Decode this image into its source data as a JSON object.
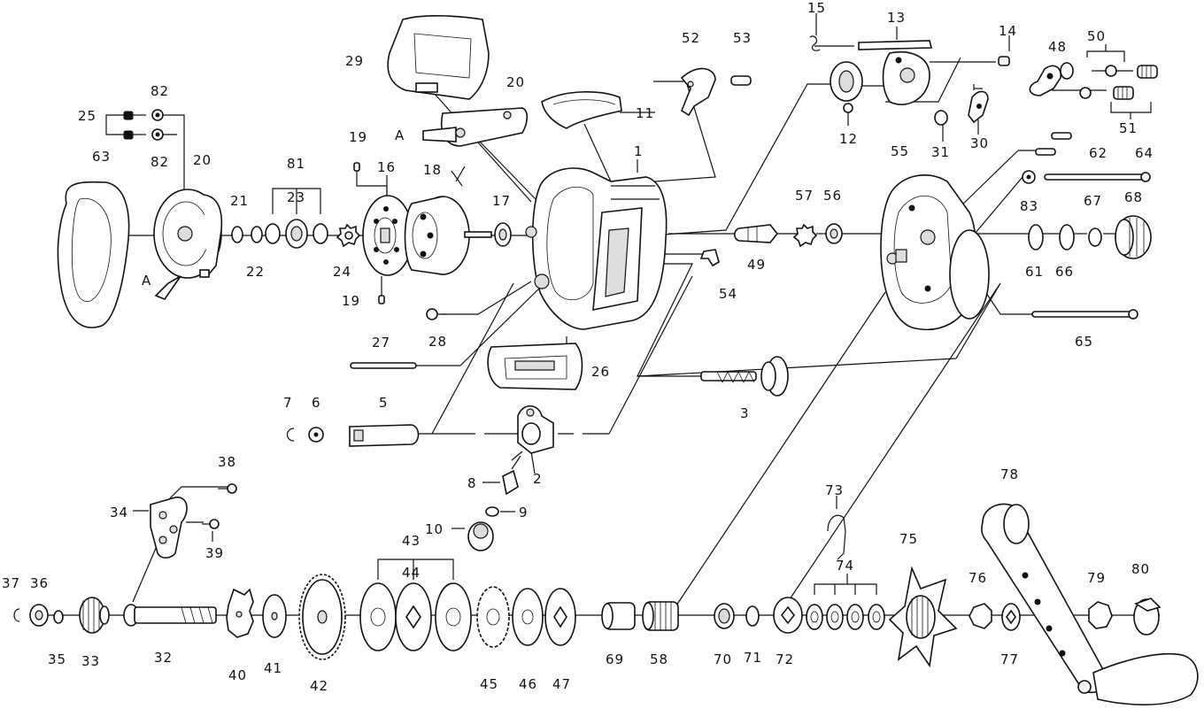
{
  "diagram": {
    "labels": [
      {
        "key": "p1",
        "text": "1"
      },
      {
        "key": "p2",
        "text": "2"
      },
      {
        "key": "p3",
        "text": "3"
      },
      {
        "key": "p5",
        "text": "5"
      },
      {
        "key": "p6",
        "text": "6"
      },
      {
        "key": "p7",
        "text": "7"
      },
      {
        "key": "p8",
        "text": "8"
      },
      {
        "key": "p9",
        "text": "9"
      },
      {
        "key": "p10",
        "text": "10"
      },
      {
        "key": "p11",
        "text": "11"
      },
      {
        "key": "p12",
        "text": "12"
      },
      {
        "key": "p13",
        "text": "13"
      },
      {
        "key": "p14",
        "text": "14"
      },
      {
        "key": "p15",
        "text": "15"
      },
      {
        "key": "p16",
        "text": "16"
      },
      {
        "key": "p17",
        "text": "17"
      },
      {
        "key": "p18",
        "text": "18"
      },
      {
        "key": "p19a",
        "text": "19"
      },
      {
        "key": "p19b",
        "text": "19"
      },
      {
        "key": "p20a",
        "text": "20"
      },
      {
        "key": "p20b",
        "text": "20"
      },
      {
        "key": "p21",
        "text": "21"
      },
      {
        "key": "p22",
        "text": "22"
      },
      {
        "key": "p23",
        "text": "23"
      },
      {
        "key": "p24",
        "text": "24"
      },
      {
        "key": "p25",
        "text": "25"
      },
      {
        "key": "p26",
        "text": "26"
      },
      {
        "key": "p27",
        "text": "27"
      },
      {
        "key": "p28",
        "text": "28"
      },
      {
        "key": "p29",
        "text": "29"
      },
      {
        "key": "p30",
        "text": "30"
      },
      {
        "key": "p31",
        "text": "31"
      },
      {
        "key": "p32",
        "text": "32"
      },
      {
        "key": "p33",
        "text": "33"
      },
      {
        "key": "p34",
        "text": "34"
      },
      {
        "key": "p35",
        "text": "35"
      },
      {
        "key": "p36",
        "text": "36"
      },
      {
        "key": "p37",
        "text": "37"
      },
      {
        "key": "p38",
        "text": "38"
      },
      {
        "key": "p39",
        "text": "39"
      },
      {
        "key": "p40",
        "text": "40"
      },
      {
        "key": "p41",
        "text": "41"
      },
      {
        "key": "p42",
        "text": "42"
      },
      {
        "key": "p43",
        "text": "43"
      },
      {
        "key": "p44",
        "text": "44"
      },
      {
        "key": "p45",
        "text": "45"
      },
      {
        "key": "p46",
        "text": "46"
      },
      {
        "key": "p47",
        "text": "47"
      },
      {
        "key": "p48",
        "text": "48"
      },
      {
        "key": "p49",
        "text": "49"
      },
      {
        "key": "p50",
        "text": "50"
      },
      {
        "key": "p51",
        "text": "51"
      },
      {
        "key": "p52",
        "text": "52"
      },
      {
        "key": "p53",
        "text": "53"
      },
      {
        "key": "p54",
        "text": "54"
      },
      {
        "key": "p55",
        "text": "55"
      },
      {
        "key": "p56",
        "text": "56"
      },
      {
        "key": "p57",
        "text": "57"
      },
      {
        "key": "p58",
        "text": "58"
      },
      {
        "key": "p61",
        "text": "61"
      },
      {
        "key": "p62",
        "text": "62"
      },
      {
        "key": "p63",
        "text": "63"
      },
      {
        "key": "p64",
        "text": "64"
      },
      {
        "key": "p65",
        "text": "65"
      },
      {
        "key": "p66",
        "text": "66"
      },
      {
        "key": "p67",
        "text": "67"
      },
      {
        "key": "p68",
        "text": "68"
      },
      {
        "key": "p69",
        "text": "69"
      },
      {
        "key": "p70",
        "text": "70"
      },
      {
        "key": "p71",
        "text": "71"
      },
      {
        "key": "p72",
        "text": "72"
      },
      {
        "key": "p73",
        "text": "73"
      },
      {
        "key": "p74",
        "text": "74"
      },
      {
        "key": "p75",
        "text": "75"
      },
      {
        "key": "p76",
        "text": "76"
      },
      {
        "key": "p77",
        "text": "77"
      },
      {
        "key": "p78",
        "text": "78"
      },
      {
        "key": "p79",
        "text": "79"
      },
      {
        "key": "p80",
        "text": "80"
      },
      {
        "key": "p81",
        "text": "81"
      },
      {
        "key": "p82a",
        "text": "82"
      },
      {
        "key": "p82b",
        "text": "82"
      },
      {
        "key": "p83",
        "text": "83"
      },
      {
        "key": "refA1",
        "text": "A"
      },
      {
        "key": "refA2",
        "text": "A"
      }
    ]
  }
}
